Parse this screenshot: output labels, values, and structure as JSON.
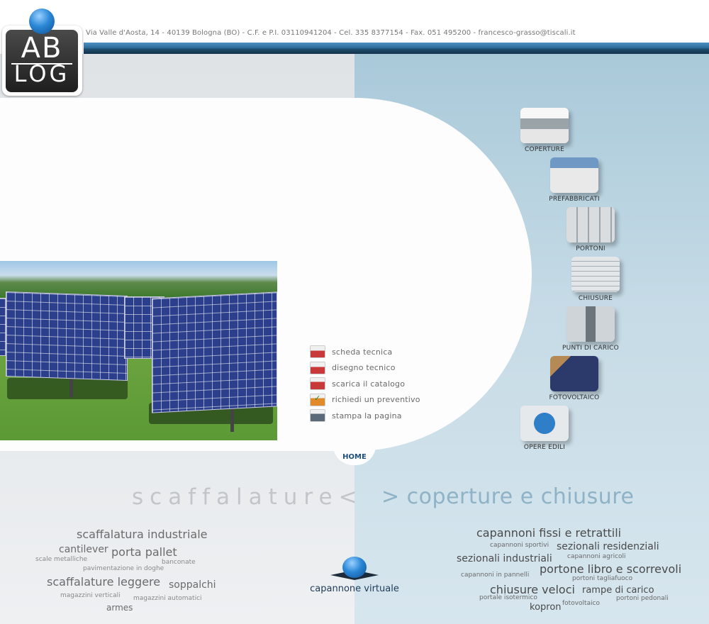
{
  "header": {
    "address": "Via Valle d'Aosta, 14 - 40139 Bologna (BO) - C.F. e P.I. 03110941204 - Cel. 335 8377154 - Fax. 051 495200 - francesco-grasso@tiscali.it",
    "logo_top": "AB",
    "logo_bottom": "LOG"
  },
  "actions": [
    {
      "label": "scheda tecnica",
      "icon": "document-icon",
      "color": "#c83a3a"
    },
    {
      "label": "disegno tecnico",
      "icon": "drawing-icon",
      "color": "#c83a3a"
    },
    {
      "label": "scarica il catalogo",
      "icon": "download-icon",
      "color": "#c83a3a"
    },
    {
      "label": "richiedi un preventivo",
      "icon": "checkmark-icon",
      "color": "#e08a2a"
    },
    {
      "label": "stampa la pagina",
      "icon": "printer-icon",
      "color": "#5a6a7a"
    }
  ],
  "nav": {
    "home": "HOME"
  },
  "categories": [
    {
      "label": "COPERTURE",
      "icon": "warehouse-icon"
    },
    {
      "label": "PREFABBRICATI",
      "icon": "prefab-building-icon"
    },
    {
      "label": "PORTONI",
      "icon": "door-icon"
    },
    {
      "label": "CHIUSURE",
      "icon": "roller-shutter-icon"
    },
    {
      "label": "PUNTI DI CARICO",
      "icon": "loading-dock-icon"
    },
    {
      "label": "FOTOVOLTAICO",
      "icon": "solar-panel-icon"
    },
    {
      "label": "OPERE EDILI",
      "icon": "cement-mixer-icon"
    }
  ],
  "sections": {
    "left_title": "scaffalature<",
    "right_title": "> coperture e chiusure"
  },
  "left_tags": [
    "scaffalatura industriale",
    "cantilever",
    "porta pallet",
    "scale metalliche",
    "banconate",
    "pavimentazione in doghe",
    "scaffalature leggere",
    "soppalchi",
    "magazzini verticali",
    "magazzini automatici",
    "armes"
  ],
  "right_tags": [
    "capannoni fissi e retrattili",
    "capannoni sportivi",
    "sezionali residenziali",
    "capannoni agricoli",
    "sezionali industriali",
    "portone libro e scorrevoli",
    "capannoni in pannelli",
    "portoni tagliafuoco",
    "chiusure veloci",
    "rampe di carico",
    "portale isotermico",
    "portoni pedonali",
    "kopron",
    "fotovoltaico"
  ],
  "virtual": {
    "label": "capannone virtuale"
  },
  "colors": {
    "header_bar": "#2f6f9f",
    "home_link": "#1d4f80",
    "left_tag": "#6b6b6b",
    "right_tag": "#4a4a4a"
  }
}
